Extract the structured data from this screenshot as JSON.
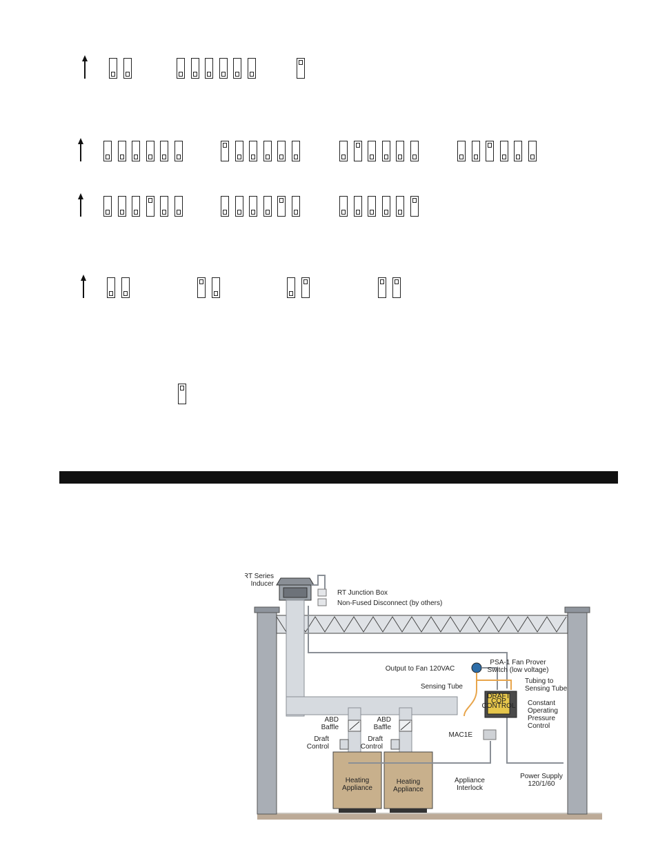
{
  "dip_groups": [
    {
      "id": "r1",
      "groups": [
        {
          "switches": [
            "down",
            "down"
          ]
        },
        {
          "switches": [
            "down",
            "down",
            "down",
            "down",
            "down",
            "down"
          ]
        },
        {
          "switches": [
            "up"
          ]
        }
      ]
    },
    {
      "id": "r2",
      "groups": [
        {
          "switches": [
            "down",
            "down",
            "down",
            "down",
            "down",
            "down"
          ]
        },
        {
          "switches": [
            "up",
            "down",
            "down",
            "down",
            "down",
            "down"
          ]
        },
        {
          "switches": [
            "down",
            "up",
            "down",
            "down",
            "down",
            "down"
          ]
        },
        {
          "switches": [
            "down",
            "down",
            "up",
            "down",
            "down",
            "down"
          ]
        }
      ]
    },
    {
      "id": "r3",
      "groups": [
        {
          "switches": [
            "down",
            "down",
            "down",
            "up",
            "down",
            "down"
          ]
        },
        {
          "switches": [
            "down",
            "down",
            "down",
            "down",
            "up",
            "down"
          ]
        },
        {
          "switches": [
            "down",
            "down",
            "down",
            "down",
            "down",
            "up"
          ]
        }
      ]
    },
    {
      "id": "r4",
      "groups": [
        {
          "switches": [
            "down",
            "down"
          ]
        },
        {
          "switches": [
            "up",
            "down"
          ]
        },
        {
          "switches": [
            "down",
            "up"
          ]
        },
        {
          "switches": [
            "up",
            "up"
          ]
        }
      ]
    },
    {
      "id": "r5",
      "groups": [
        {
          "switches": [
            "up"
          ]
        }
      ]
    }
  ],
  "diagram": {
    "labels": {
      "inducer": [
        "RT Series",
        "Inducer"
      ],
      "junction_box": "RT Junction Box",
      "disconnect": "Non-Fused Disconnect (by others)",
      "psa": [
        "PSA-1 Fan Prover",
        "Switch (low voltage)"
      ],
      "output_fan": "Output to Fan 120VAC",
      "tubing": [
        "Tubing to",
        "Sensing Tube"
      ],
      "sensing_tube": "Sensing Tube",
      "cop": [
        "Constant",
        "Operating",
        "Pressure",
        "Control"
      ],
      "abd1": [
        "ABD",
        "Baffle"
      ],
      "abd2": [
        "ABD",
        "Baffle"
      ],
      "draft1": [
        "Draft",
        "Control"
      ],
      "draft2": [
        "Draft",
        "Control"
      ],
      "mac": "MAC1E",
      "appliance1": [
        "Heating",
        "Appliance"
      ],
      "appliance2": [
        "Heating",
        "Appliance"
      ],
      "interlock": [
        "Appliance",
        "Interlock"
      ],
      "power": [
        "Power Supply",
        "120/1/60"
      ],
      "cop_badge": [
        "DRAFT",
        "COP",
        "CONTROL"
      ]
    }
  }
}
